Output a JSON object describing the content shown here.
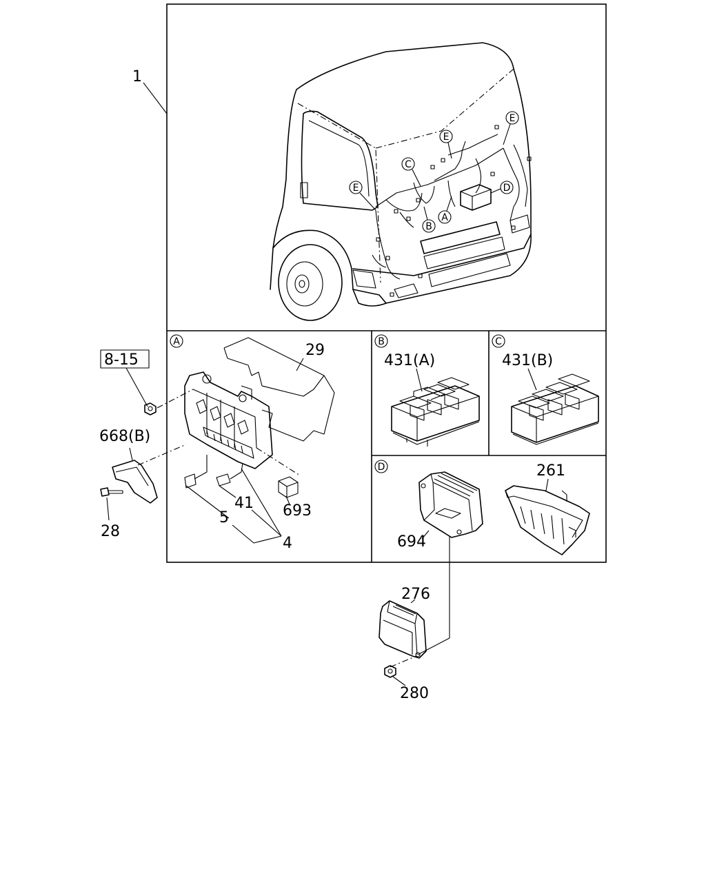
{
  "labels": {
    "p1": "1",
    "ref": "8-15",
    "p668": "668(B)",
    "p28": "28",
    "p29": "29",
    "p41": "41",
    "p5": "5",
    "p4": "4",
    "p693": "693",
    "p431a": "431(A)",
    "p431b": "431(B)",
    "p261": "261",
    "p694": "694",
    "p276": "276",
    "p280": "280"
  },
  "sections": {
    "a": "A",
    "b": "B",
    "c": "C",
    "d": "D"
  },
  "cab_callouts": {
    "e1": "E",
    "e2": "E",
    "e3": "E",
    "c": "C",
    "b": "B",
    "a": "A",
    "d": "D"
  }
}
